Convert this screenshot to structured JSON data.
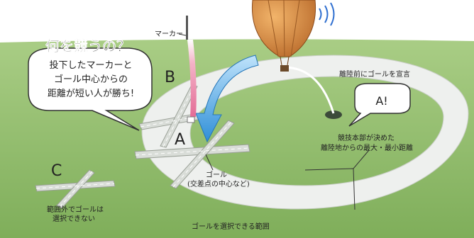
{
  "heading": "何を競うの？",
  "speech": {
    "lines": [
      "投下したマーカーと",
      "ゴール中心からの",
      "距離が短い人が勝ち!"
    ]
  },
  "marker_label": "マーカー",
  "point_labels": {
    "a": "A",
    "b": "B",
    "c": "C"
  },
  "goal_caption": {
    "line1": "ゴール",
    "line2": "(交差点の中心など)"
  },
  "declare_caption": "離陸前にゴールを宣言",
  "declare_bubble": "A!",
  "distance_caption": {
    "line1": "競技本部が決めた",
    "line2": "離陸地からの最大・最小距離"
  },
  "c_caption": {
    "line1": "範囲外でゴールは",
    "line2": "選択できない"
  },
  "range_caption": "ゴールを選択できる範囲",
  "colors": {
    "sky": "#ffffff",
    "field": "#8cb968",
    "ring": "#eef0ee",
    "heading": "#e8538a",
    "marker": "#e58aa8",
    "arrow": "#2f8fd8",
    "balloon": "#d98a3a"
  }
}
